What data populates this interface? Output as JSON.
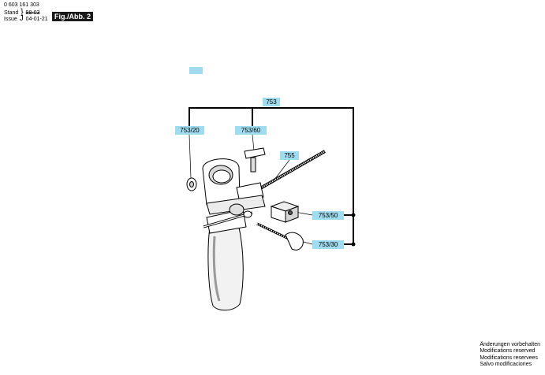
{
  "header": {
    "part_number": "0 603 161 303",
    "stand_label": "Stand",
    "stand_value": "98-03",
    "issue_label": "Issue",
    "issue_value": "04-01-21",
    "figure": "Fig./Abb. 2"
  },
  "labels": {
    "main": "753",
    "left": "753/20",
    "center": "753/60",
    "bolt": "755",
    "block": "753/50",
    "screw": "753/30"
  },
  "note": [
    "Änderungen vorbehalten",
    "Modifications reserved",
    "Modifications reservees",
    "Salvo modificaciones"
  ]
}
